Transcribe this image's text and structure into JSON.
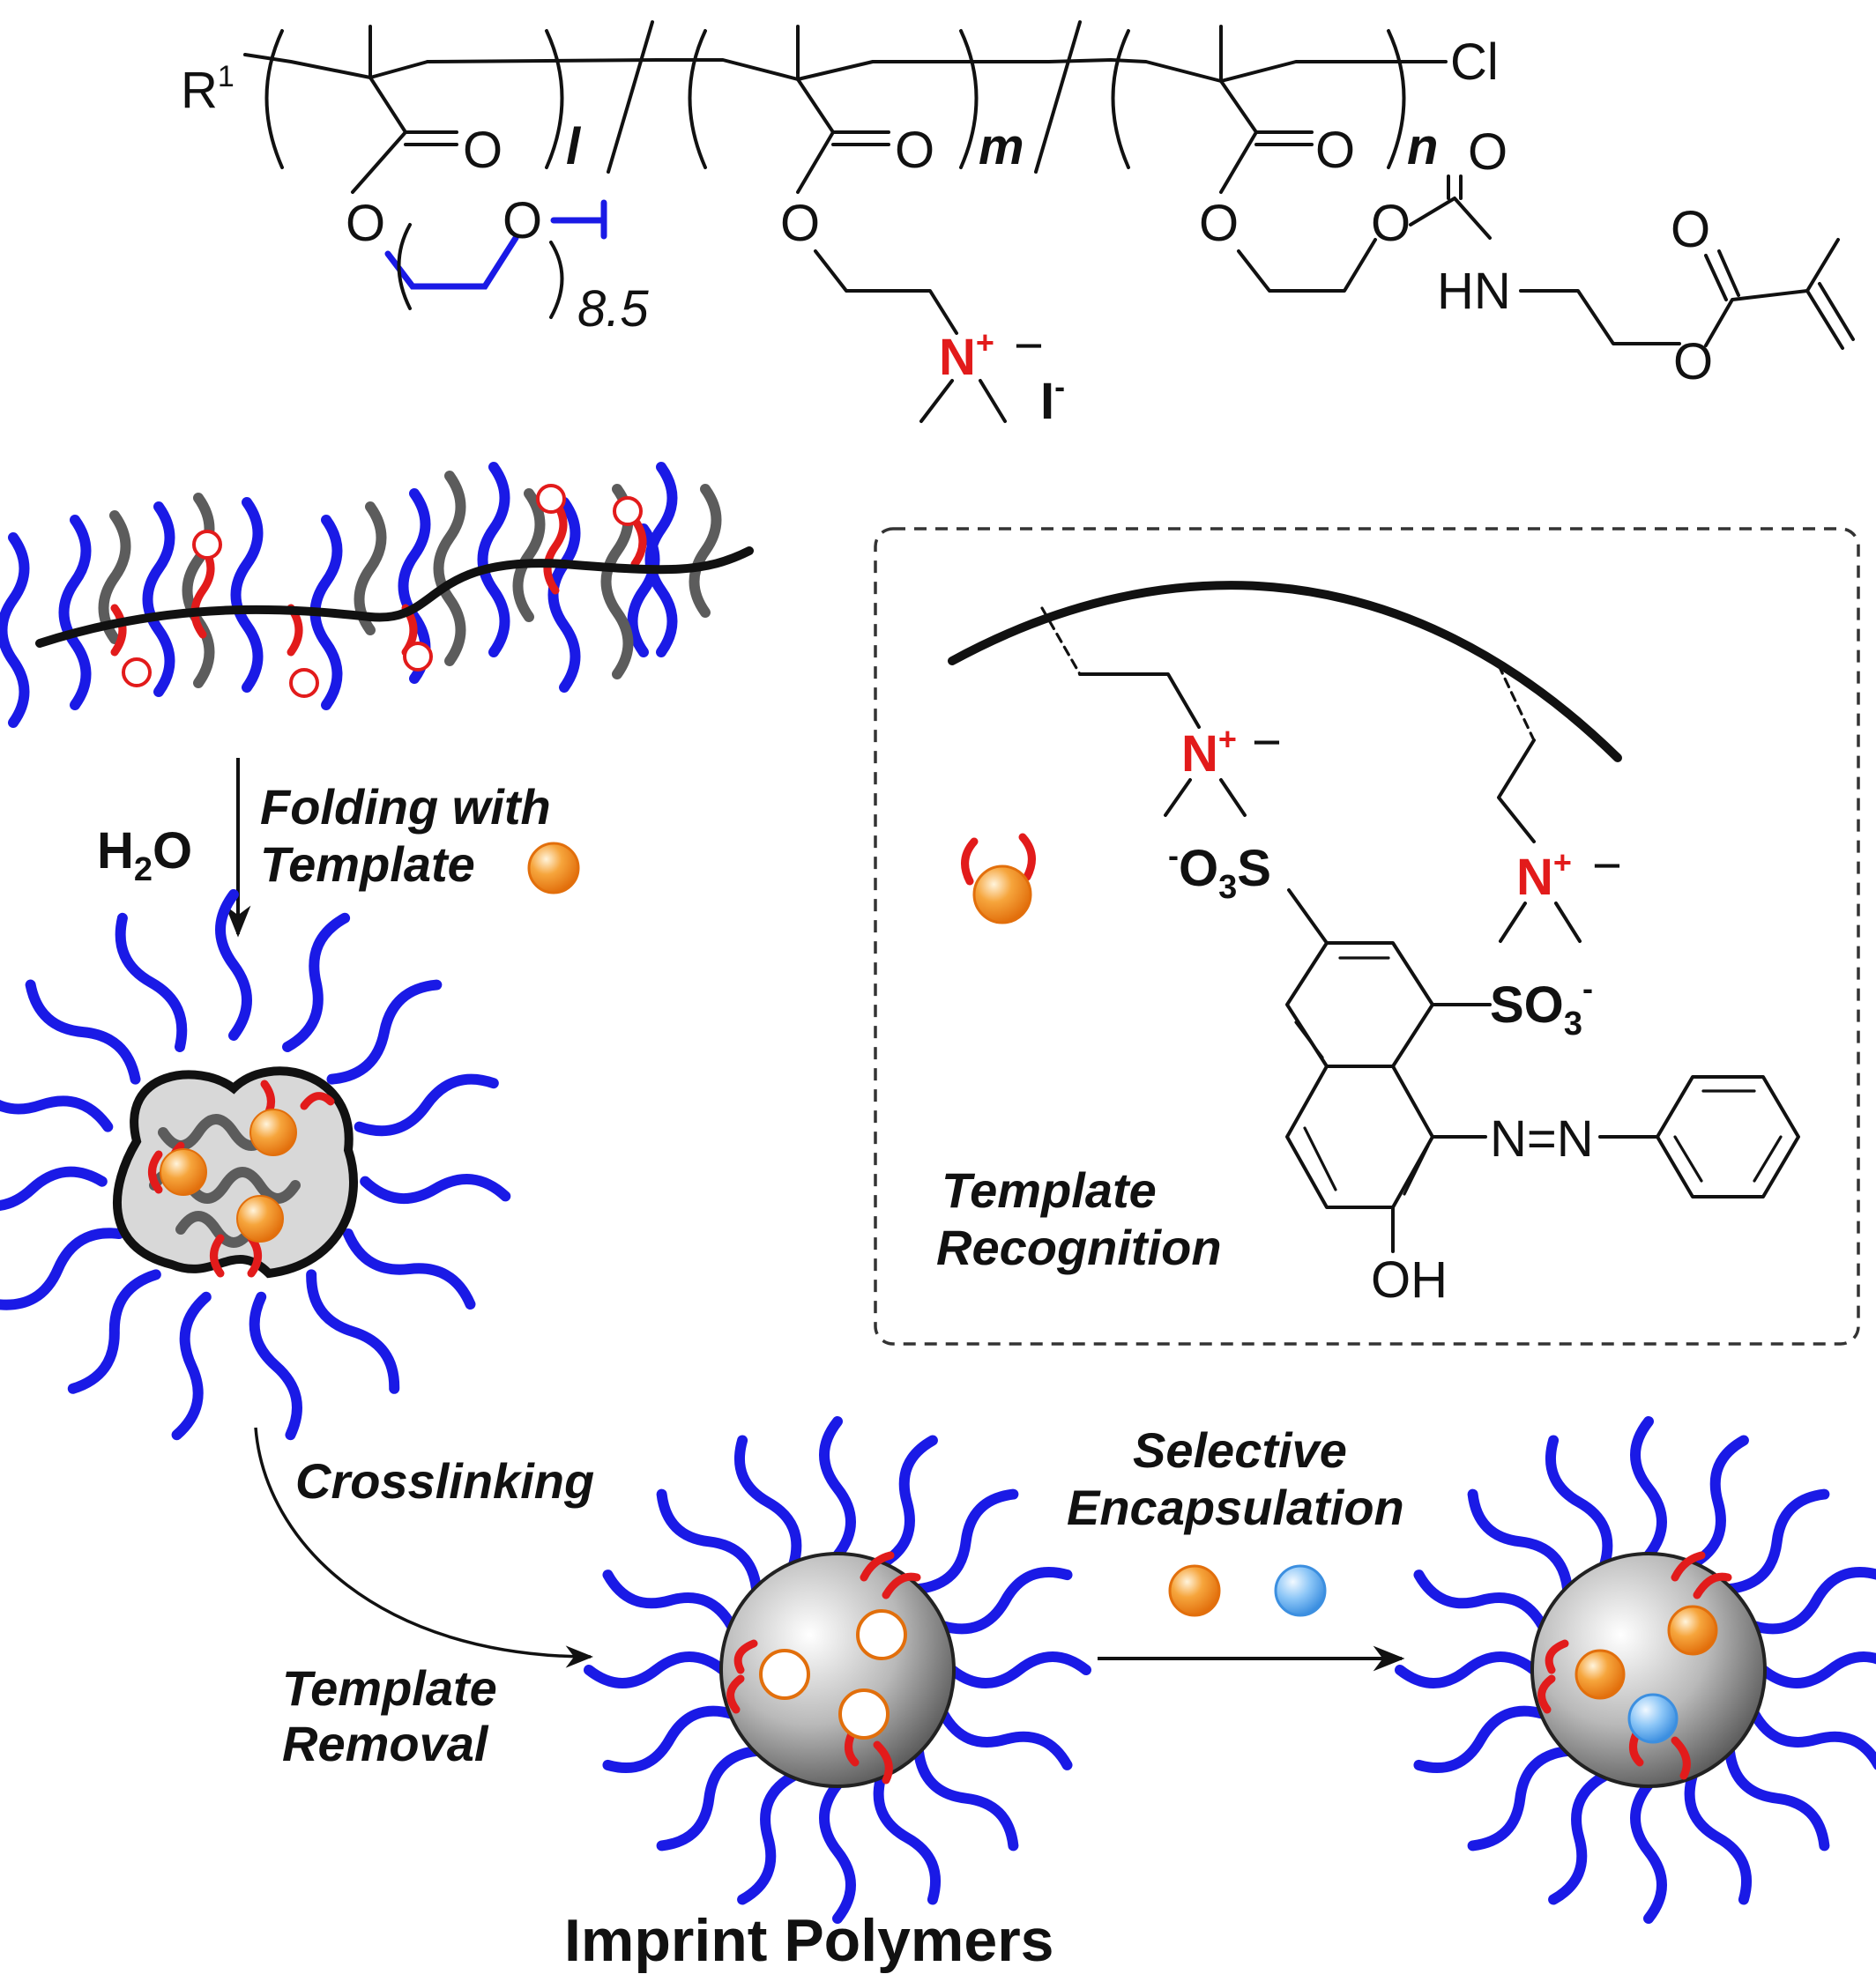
{
  "polymer_structure": {
    "end_group_left": "R",
    "end_group_left_superscript": "1",
    "end_group_right": "Cl",
    "repeat_units": [
      {
        "index": "l",
        "side_chain_repeat": "8.5"
      },
      {
        "index": "m"
      },
      {
        "index": "n"
      }
    ],
    "atoms": {
      "oxygen": "O",
      "amine": "HN",
      "ammonium": "N",
      "charge_plus": "+",
      "charge_minus": "−",
      "counterion": "I",
      "counterion_charge": "-"
    }
  },
  "scheme": {
    "step1_reagent": "H",
    "step1_reagent_sub": "2",
    "step1_reagent_tail": "O",
    "step1_label_line1": "Folding with",
    "step1_label_line2": "Template",
    "step2_label": "Crosslinking",
    "step3_label_line1": "Template",
    "step3_label_line2": "Removal",
    "step4_label_line1": "Selective",
    "step4_label_line2": "Encapsulation",
    "product_title": "Imprint Polymers"
  },
  "inset": {
    "caption_line1": "Template",
    "caption_line2": "Recognition",
    "sulfonate_left_pre": "-",
    "sulfonate_left": "O",
    "sulfonate_left_sub": "3",
    "sulfonate_left_tail": "S",
    "sulfonate_right": "SO",
    "sulfonate_right_sub": "3",
    "sulfonate_right_charge": "-",
    "azo": "N=N",
    "hydroxyl": "OH"
  },
  "colors": {
    "peg_chain": "#1a1ae6",
    "cationic_group": "#e21b1b",
    "crosslinker": "#5c5c5c",
    "template_orange": "#f08a1c",
    "competitor_blue": "#5aa9ee"
  }
}
